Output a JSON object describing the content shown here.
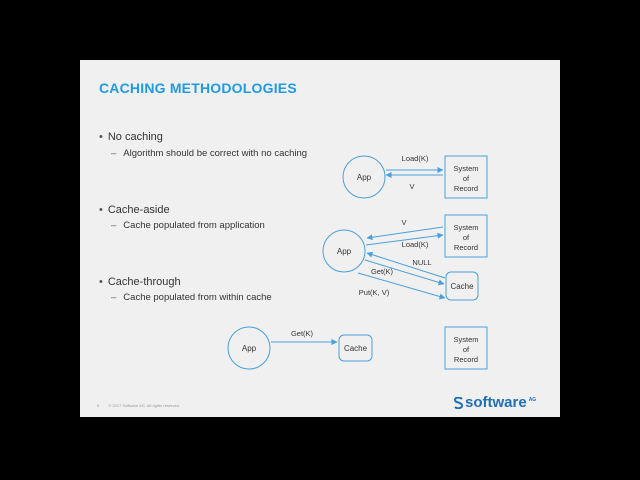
{
  "slide": {
    "title": "CACHING METHODOLOGIES",
    "bullets": [
      {
        "label": "No caching",
        "sub": "Algorithm should be correct with no caching"
      },
      {
        "label": "Cache-aside",
        "sub": "Cache populated from application"
      },
      {
        "label": "Cache-through",
        "sub": "Cache populated from within cache"
      }
    ],
    "footer": {
      "page": "5",
      "copyright": "© 2017 Software AG. All rights reserved."
    },
    "logo": {
      "text": "software",
      "suffix": "AG"
    }
  },
  "diagrams": {
    "no_caching": {
      "app": "App",
      "sor": [
        "System",
        "of",
        "Record"
      ],
      "arrow_load": "Load(K)",
      "arrow_v": "V"
    },
    "cache_aside": {
      "app": "App",
      "sor": [
        "System",
        "of",
        "Record"
      ],
      "cache": "Cache",
      "arrow_v": "V",
      "arrow_load": "Load(K)",
      "arrow_null": "NULL",
      "arrow_get": "Get(K)",
      "arrow_put": "Put(K, V)"
    },
    "cache_through": {
      "app": "App",
      "cache": "Cache",
      "sor": [
        "System",
        "of",
        "Record"
      ],
      "arrow_get": "Get(K)"
    }
  },
  "colors": {
    "accent": "#1f9be3",
    "shape_stroke": "#4a9fdc",
    "logo": "#1f6fb4"
  }
}
